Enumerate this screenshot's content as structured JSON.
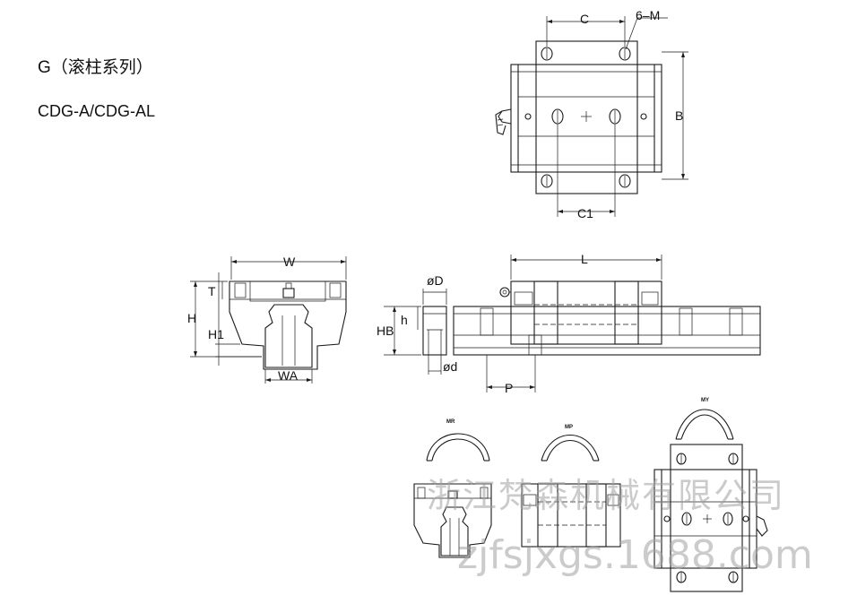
{
  "header": {
    "series_title": "G（滚柱系列）",
    "model_title": "CDG-A/CDG-AL"
  },
  "dimension_labels": {
    "C": "C",
    "M": "6–M",
    "B": "B",
    "C1": "C1",
    "W": "W",
    "T": "T",
    "H": "H",
    "H1": "H1",
    "WA": "WA",
    "D": "øD",
    "h": "h",
    "HB": "HB",
    "d": "ød",
    "L": "L",
    "P": "P"
  },
  "seal_labels": {
    "MR": "MR",
    "MP": "MP",
    "MY": "MY"
  },
  "watermark": {
    "company": "浙江梵森机械有限公司",
    "site": "zjfsjxgs.1688.com"
  },
  "colors": {
    "line": "#1a1a1a",
    "watermark": "#a0a0a0"
  }
}
